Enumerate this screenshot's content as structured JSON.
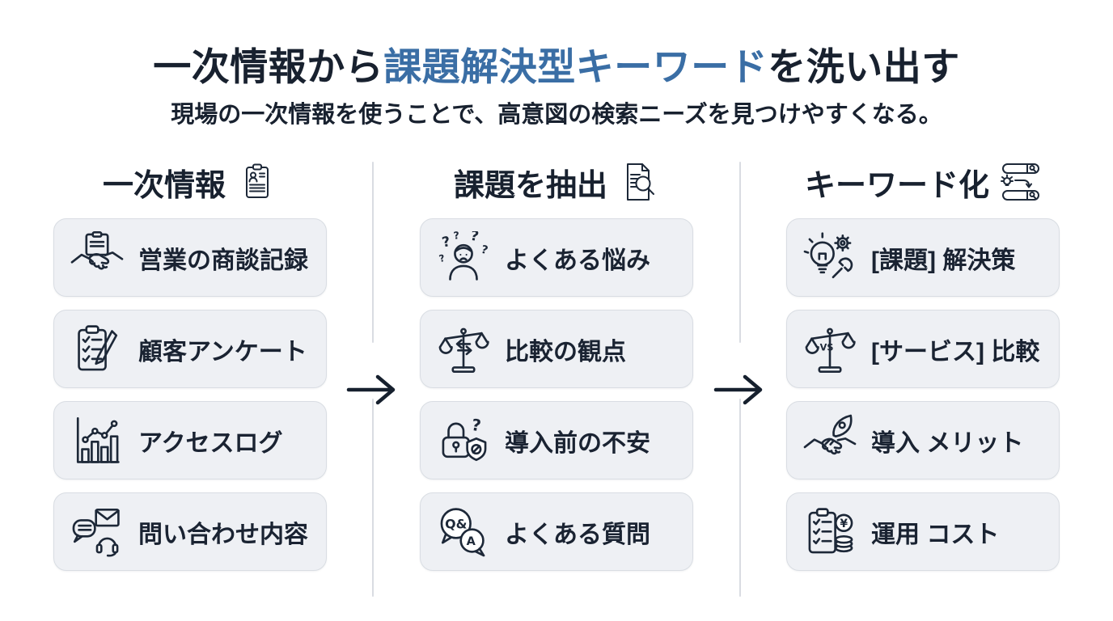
{
  "title": {
    "prefix": "一次情報から",
    "highlight": "課題解決型キーワード",
    "suffix": "を洗い出す"
  },
  "subtitle": "現場の一次情報を使うことで、高意図の検索ニーズを見つけやすくなる。",
  "colors": {
    "text_dark": "#18212f",
    "accent_blue": "#3a6ea5",
    "card_bg": "#eef0f4",
    "card_border": "#d9dde3",
    "divider": "#d9dce2",
    "icon_stroke": "#1d2838"
  },
  "icon_glyphs": {
    "question_mark": "?",
    "qa_q": "Q&",
    "qa_a": "A",
    "vs": "VS",
    "yen": "¥"
  },
  "columns": [
    {
      "header": "一次情報",
      "header_icon": "clipboard-profile-icon",
      "items": [
        {
          "label": "営業の商談記録",
          "icon": "handshake-clipboard-icon"
        },
        {
          "label": "顧客アンケート",
          "icon": "survey-pencil-icon"
        },
        {
          "label": "アクセスログ",
          "icon": "analytics-chart-icon"
        },
        {
          "label": "問い合わせ内容",
          "icon": "inquiry-headset-icon"
        }
      ]
    },
    {
      "header": "課題を抽出",
      "header_icon": "document-magnifier-icon",
      "items": [
        {
          "label": "よくある悩み",
          "icon": "worried-person-icon"
        },
        {
          "label": "比較の観点",
          "icon": "balance-scale-icon"
        },
        {
          "label": "導入前の不安",
          "icon": "lock-shield-question-icon"
        },
        {
          "label": "よくある質問",
          "icon": "qa-bubbles-icon"
        }
      ]
    },
    {
      "header": "キーワード化",
      "header_icon": "search-bars-idea-icon",
      "items": [
        {
          "label": "[課題] 解決策",
          "icon": "bulb-gear-wrench-icon"
        },
        {
          "label": "[サービス] 比較",
          "icon": "scale-vs-icon"
        },
        {
          "label": "導入 メリット",
          "icon": "handshake-rocket-icon"
        },
        {
          "label": "運用 コスト",
          "icon": "checklist-coins-icon"
        }
      ]
    }
  ]
}
